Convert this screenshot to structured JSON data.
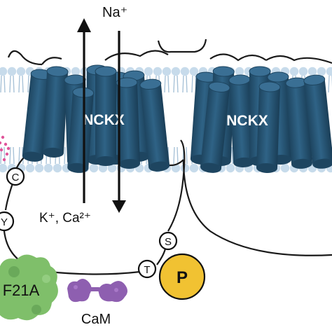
{
  "labels": {
    "ion_top": "Na⁺",
    "ion_bottom": "K⁺, Ca²⁺",
    "protein_left": "NCKX",
    "protein_right": "NCKX",
    "residue_c": "C",
    "residue_y": "Y",
    "residue_s": "S",
    "residue_t": "T",
    "phospho": "P",
    "mutant": "F21A",
    "calmodulin": "CaM"
  },
  "colors": {
    "helix": "#2b5a7a",
    "helix_dark": "#1e4560",
    "membrane_head": "#c7dbeb",
    "membrane_tail": "#a9c3d8",
    "phospho": "#f1c232",
    "mutant": "#7fbf6a",
    "calmodulin": "#8e5fb0",
    "glyco": "#e0559a"
  }
}
